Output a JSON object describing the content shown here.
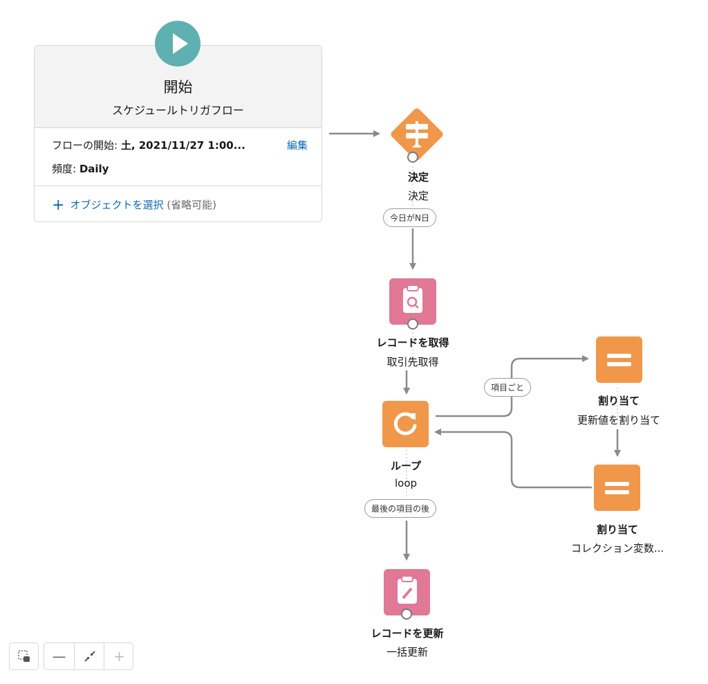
{
  "start": {
    "title": "開始",
    "subtitle": "スケジュールトリガフロー",
    "start_label": "フローの開始: ",
    "start_value": "土, 2021/11/27 1:00...",
    "edit_label": "編集",
    "frequency_label": "頻度: ",
    "frequency_value": "Daily",
    "add_object_label": "オブジェクトを選択",
    "add_object_optional": " (省略可能)"
  },
  "nodes": {
    "decision": {
      "type_label": "決定",
      "name": "決定"
    },
    "get_records": {
      "type_label": "レコードを取得",
      "name": "取引先取得"
    },
    "loop": {
      "type_label": "ループ",
      "name": "loop"
    },
    "assign1": {
      "type_label": "割り当て",
      "name": "更新値を割り当て"
    },
    "assign2": {
      "type_label": "割り当て",
      "name": "コレクション変数..."
    },
    "update_records": {
      "type_label": "レコードを更新",
      "name": "一括更新"
    }
  },
  "connectors": {
    "decision_outcome": "今日がN日",
    "for_each": "項目ごと",
    "after_last": "最後の項目の後"
  },
  "controls": {
    "zoom_out": "—",
    "zoom_in": "+"
  },
  "colors": {
    "start": "#5fb0b0",
    "logic": "#f0974a",
    "data": "#e07896",
    "link": "#0b68b7",
    "connector": "#8a8a8a"
  }
}
